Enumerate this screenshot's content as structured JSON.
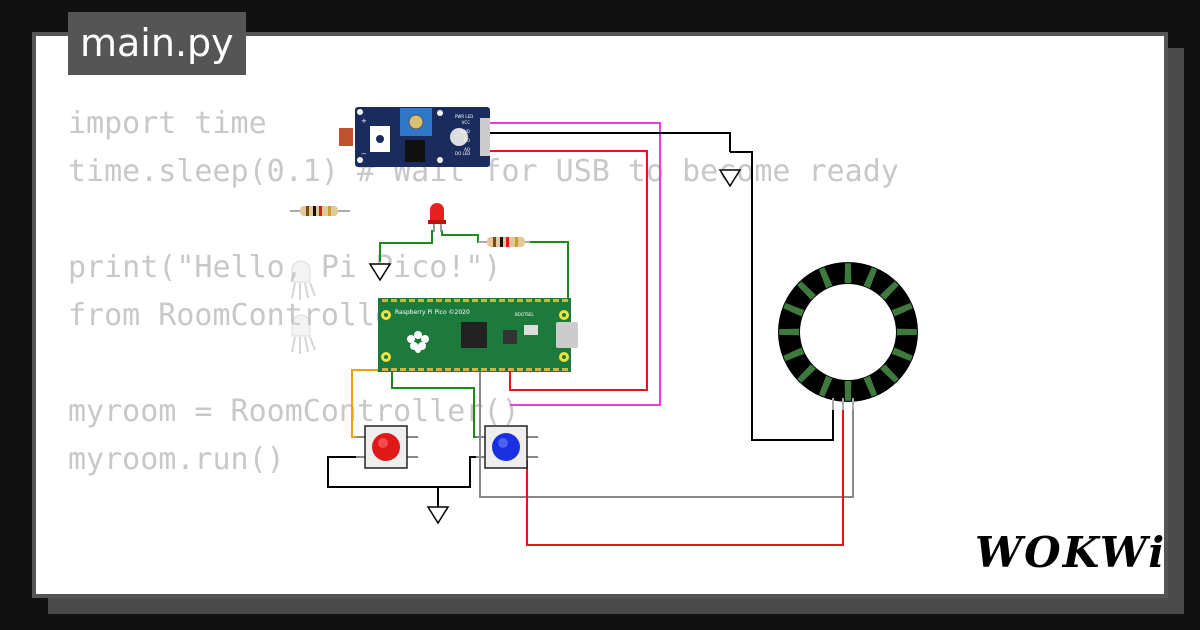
{
  "file_tab": {
    "label": "main.py"
  },
  "code": {
    "lines": [
      "import time",
      "time.sleep(0.1) # Wait for USB to become ready",
      "",
      "print(\"Hello, Pi Pico!\")",
      "from RoomController import *",
      "",
      "myroom = RoomController()",
      "myroom.run()"
    ]
  },
  "board": {
    "label": "Raspberry Pi Pico ©2020",
    "bootsel_label": "BOOTSEL"
  },
  "sensor_module": {
    "pin_labels": [
      "VCC",
      "GND",
      "DO",
      "AO"
    ],
    "led_labels": [
      "PWR LED",
      "DO LED"
    ]
  },
  "brand": {
    "logo_text": "WOKWi"
  },
  "colors": {
    "wire_red": "#e8141a",
    "wire_magenta": "#e83ee0",
    "wire_black": "#000000",
    "wire_green": "#1a8a1a",
    "wire_gray": "#888888",
    "wire_orange": "#f0a000",
    "pico_green": "#1d7a3d",
    "button_red": "#e01818",
    "button_blue": "#1830e0",
    "sensor_blue": "#1a2c5e"
  }
}
